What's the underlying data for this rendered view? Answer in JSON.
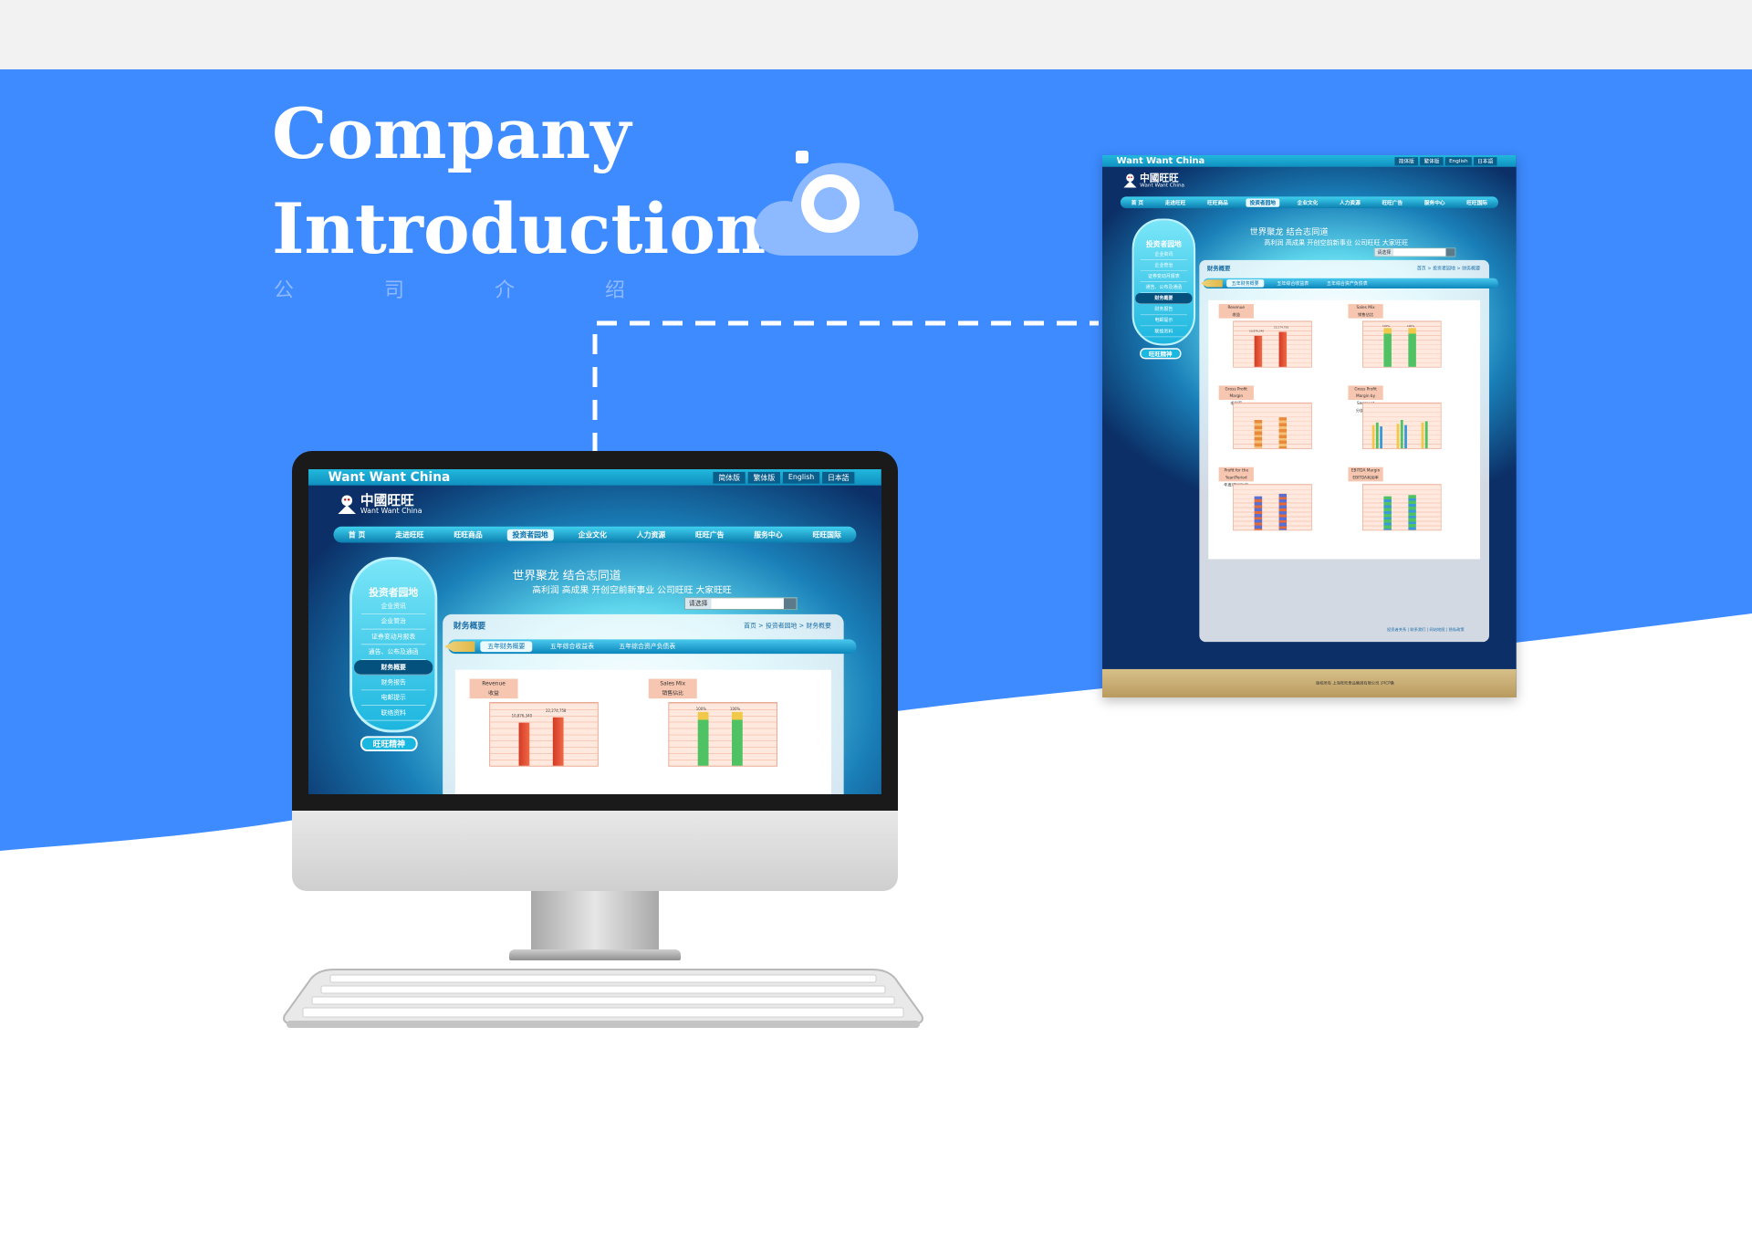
{
  "hero": {
    "title_line1": "Company",
    "title_line2": "Introduction",
    "subtitle_cn": "公 司 介 绍"
  },
  "colors": {
    "brand_blue": "#3d8bff",
    "background_top": "#f2f2f2",
    "site_accent": "#1db6df"
  },
  "site": {
    "brand": "Want Want China",
    "languages": [
      "简体版",
      "繁体版",
      "English",
      "日本語"
    ],
    "logo_cn": "中國旺旺",
    "logo_en": "Want Want China",
    "nav": [
      "首 页",
      "走进旺旺",
      "旺旺商品",
      "投资者园地",
      "企业文化",
      "人力资源",
      "旺旺广告",
      "服务中心",
      "旺旺国际"
    ],
    "slogan": "世界聚龙 结合志同道",
    "subslogan": "高利润 高成果 开创空前新事业 公司旺旺 大家旺旺",
    "search_select": "请选择",
    "side_title": "投资者园地",
    "side_items": [
      "企业资讯",
      "企业管治",
      "证券变动月报表",
      "通告、公布及通函",
      "财务概要",
      "财务报告",
      "电邮提示",
      "联络资料"
    ],
    "panel_title": "财务概要",
    "breadcrumb": "首页 > 投资者园地 > 财务概要",
    "tabs": [
      "五年财务概要",
      "五年综合收益表",
      "五年综合资产负债表"
    ],
    "mascot_label": "旺旺精神",
    "footer_links": "投资者关系 | 联系我们 | 网站地图 | 隐私政策",
    "footer_copy": "版权所有 上海旺旺食品集团有限公司 沪ICP备"
  },
  "charts": [
    {
      "title": "Revenue",
      "title_cn": "收益",
      "values": [
        "10,876,340",
        "22,274,758"
      ]
    },
    {
      "title": "Sales Mix",
      "title_cn": "销售佔比",
      "values": [
        "100%",
        "100%"
      ]
    },
    {
      "title": "Gross Profit Margin",
      "title_cn": "毛利率",
      "values": []
    },
    {
      "title": "Gross Profit Margin by Segment",
      "title_cn": "分部毛利率",
      "values": []
    },
    {
      "title": "Profit for the Year/Period",
      "title_cn": "年度/期间溢利",
      "values": []
    },
    {
      "title": "EBITDA Margin",
      "title_cn": "EBITDA利润率",
      "values": []
    }
  ]
}
